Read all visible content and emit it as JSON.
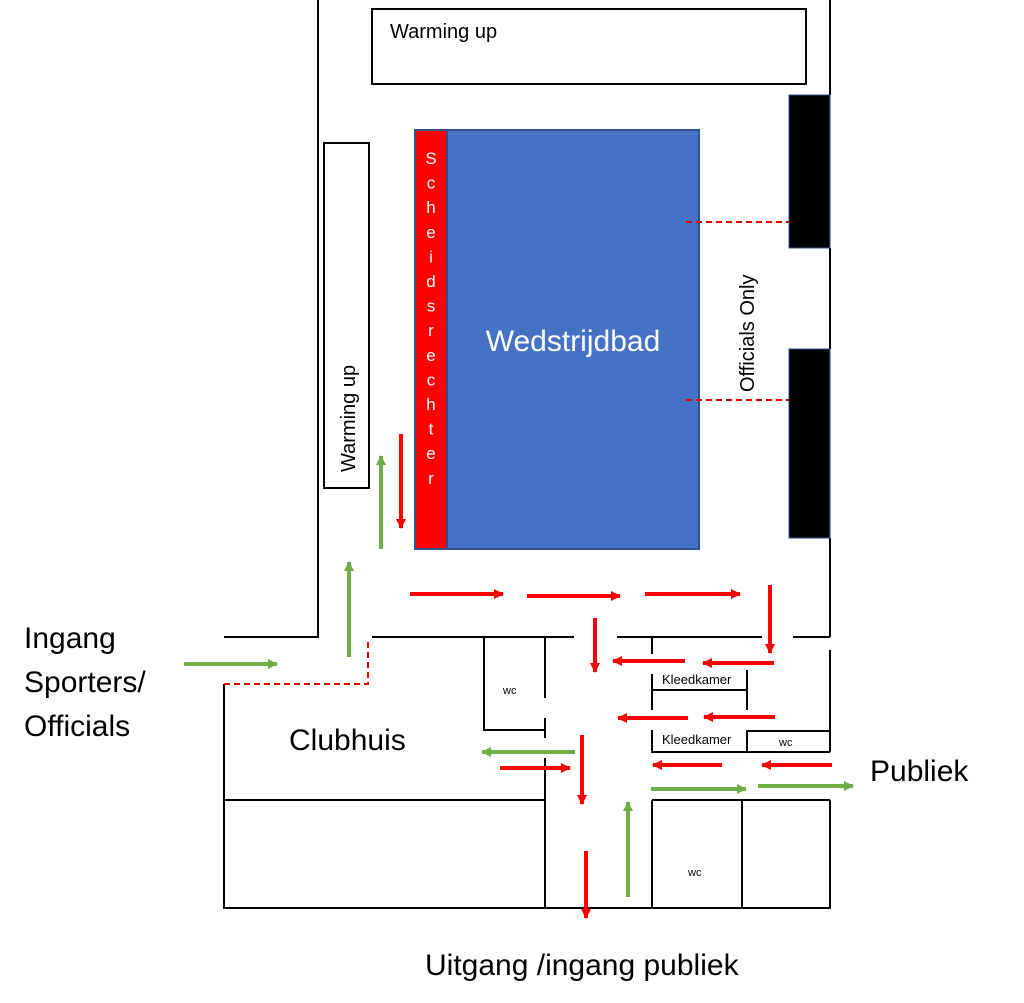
{
  "labels": {
    "warming_up_top": "Warming up",
    "warming_up_left": "Warming up",
    "pool": "Wedstrijdbad",
    "referee": "Scheidsrechter",
    "officials_only": "Officials Only",
    "entrance_athletes": [
      "Ingang",
      "Sporters/",
      "Officials"
    ],
    "clubhouse": "Clubhuis",
    "public": "Publiek",
    "exit_public": "Uitgang /ingang publiek",
    "dressing_room_1": "Kleedkamer",
    "dressing_room_2": "Kleedkamer",
    "wc_1": "wc",
    "wc_2": "wc",
    "wc_3": "wc"
  },
  "colors": {
    "pool": "#4472c4",
    "referee": "#ff0000",
    "officials_area": "#000000",
    "arrow_red": "#ff0000",
    "arrow_green": "#70ad47",
    "walls": "#000000"
  }
}
